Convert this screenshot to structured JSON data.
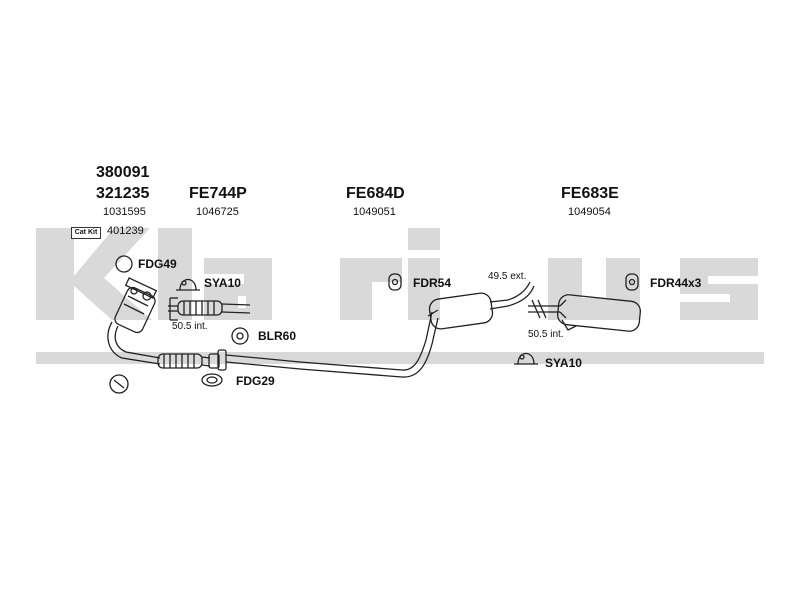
{
  "watermark": {
    "text": "Klarius",
    "color": "#d9d9d9"
  },
  "columns": [
    {
      "codes": [
        "380091",
        "321235"
      ],
      "number": "1031595"
    },
    {
      "codes": [
        "FE744P"
      ],
      "number": "1046725"
    },
    {
      "codes": [
        "FE684D"
      ],
      "number": "1049051"
    },
    {
      "codes": [
        "FE683E"
      ],
      "number": "1049054"
    }
  ],
  "catkit": {
    "tag": "Cat Kit",
    "number": "401239"
  },
  "fittings": {
    "fdg49": "FDG49",
    "sya10_front": "SYA10",
    "blr60": "BLR60",
    "fdg29": "FDG29",
    "fdr54": "FDR54",
    "fdr44x3": "FDR44x3",
    "sya10_rear": "SYA10"
  },
  "dimensions": {
    "front_int": "50.5 int.",
    "mid_ext": "49.5 ext.",
    "rear_int": "50.5 int."
  },
  "icons": {
    "gasket": "gasket-ring-icon",
    "clamp": "exhaust-clamp-icon",
    "hanger": "rubber-hanger-icon"
  },
  "colors": {
    "line": "#222222",
    "watermark": "#d9d9d9"
  }
}
